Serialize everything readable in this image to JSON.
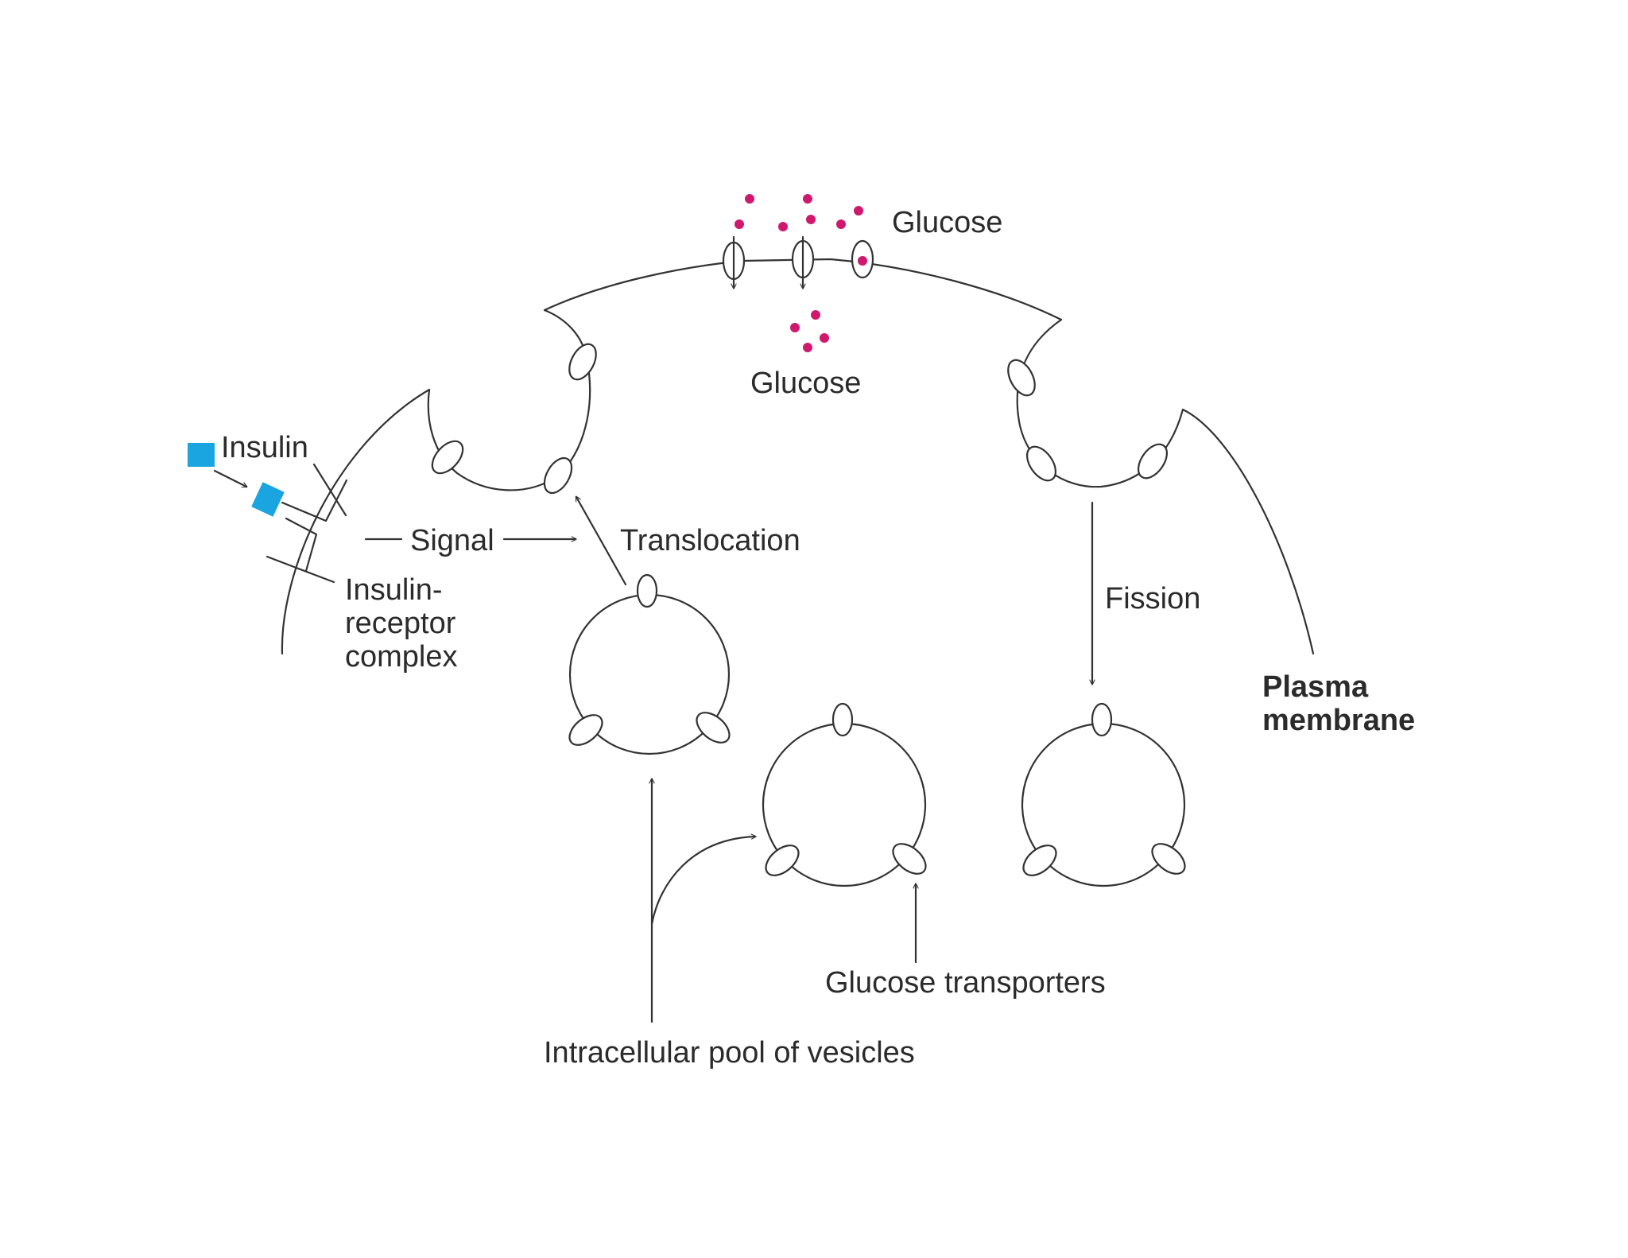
{
  "labels": {
    "insulin": "Insulin",
    "signal": "Signal",
    "translocation": "Translocation",
    "insulin_receptor_complex": [
      "Insulin-",
      "receptor",
      "complex"
    ],
    "glucose_outside": "Glucose",
    "glucose_inside": "Glucose",
    "fission": "Fission",
    "plasma_membrane": [
      "Plasma",
      "membrane"
    ],
    "glucose_transporters": "Glucose transporters",
    "intracellular_pool": "Intracellular pool of vesicles"
  },
  "colors": {
    "insulin": "#1aa5e0",
    "glucose": "#d0186e",
    "line": "#333333"
  }
}
